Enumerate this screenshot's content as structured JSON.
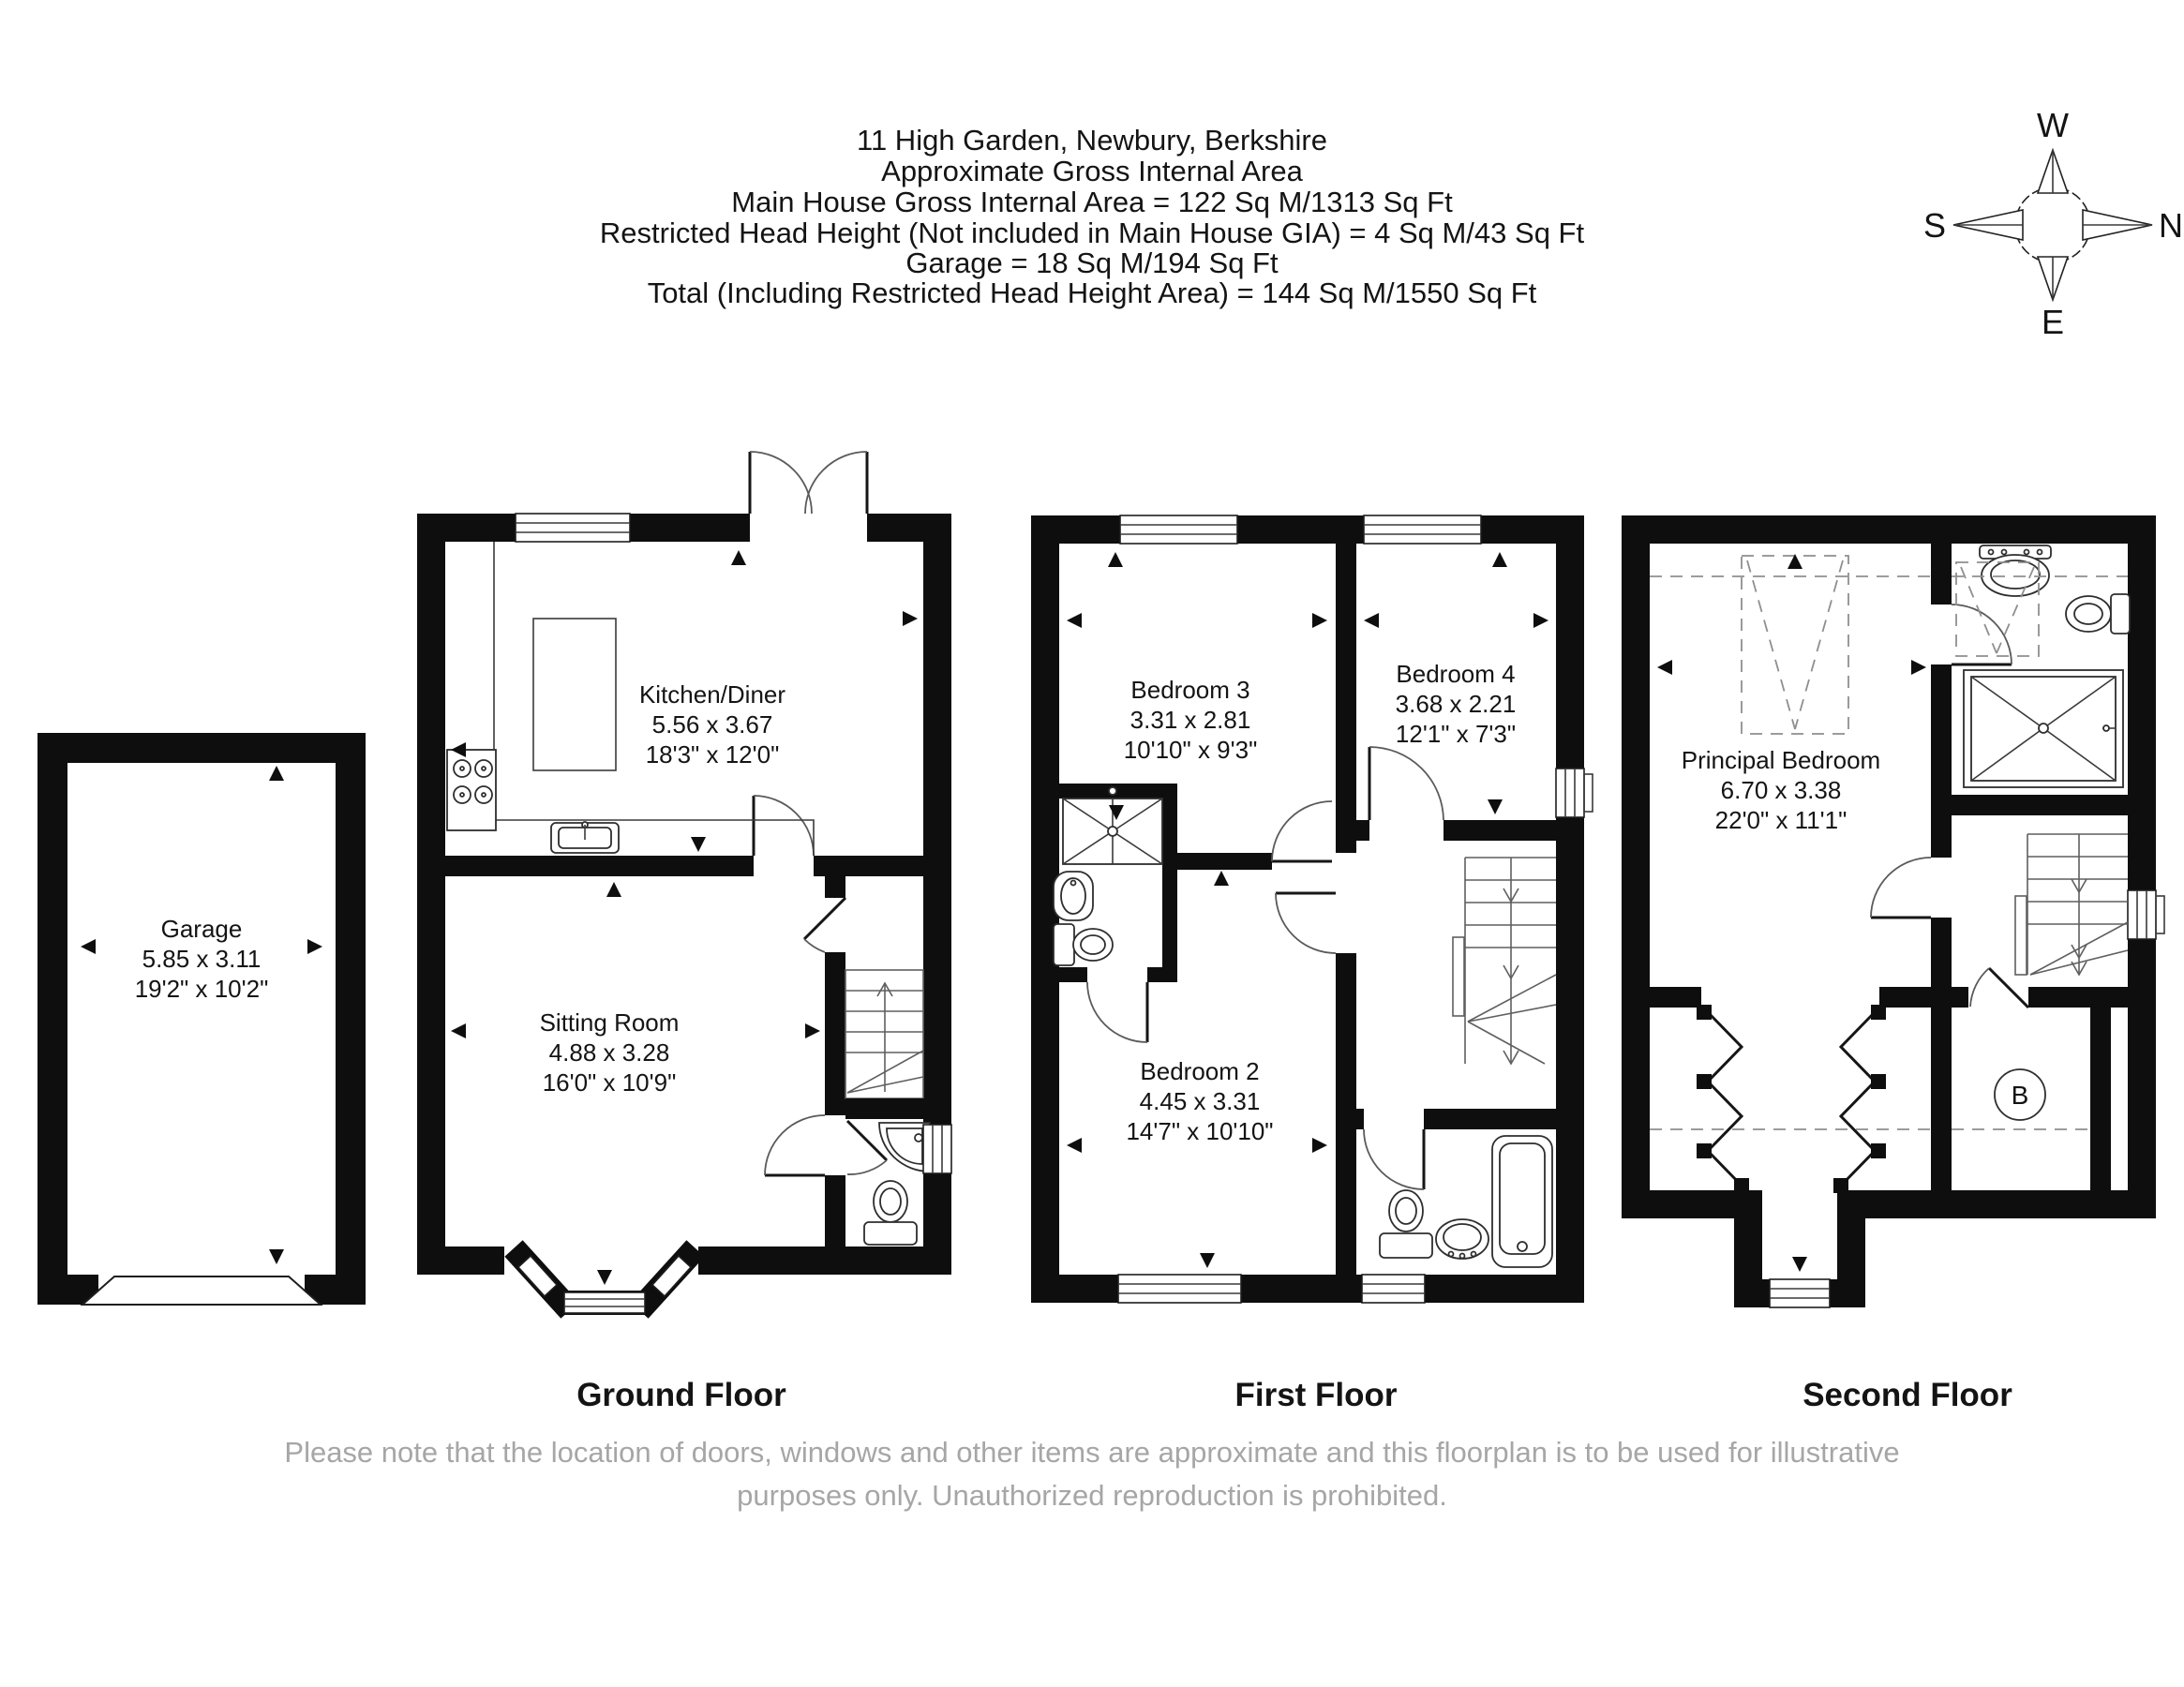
{
  "header": {
    "lines": [
      "11 High Garden, Newbury, Berkshire",
      "Approximate Gross Internal Area",
      "Main House Gross Internal Area = 122 Sq M/1313 Sq Ft",
      "Restricted Head Height (Not included in Main House GIA)  = 4 Sq M/43 Sq Ft",
      "Garage = 18 Sq M/194 Sq Ft",
      "Total (Including Restricted Head Height Area) = 144 Sq M/1550 Sq Ft"
    ]
  },
  "compass": {
    "north": "N",
    "south": "S",
    "east": "E",
    "west": "W"
  },
  "rooms": {
    "garage": {
      "name": "Garage",
      "metric": "5.85 x 3.11",
      "imperial": "19'2\" x 10'2\""
    },
    "kitchen_diner": {
      "name": "Kitchen/Diner",
      "metric": "5.56 x 3.67",
      "imperial": "18'3\" x 12'0\""
    },
    "sitting_room": {
      "name": "Sitting Room",
      "metric": "4.88 x 3.28",
      "imperial": "16'0\" x 10'9\""
    },
    "bedroom3": {
      "name": "Bedroom 3",
      "metric": "3.31 x 2.81",
      "imperial": "10'10\" x 9'3\""
    },
    "bedroom4": {
      "name": "Bedroom 4",
      "metric": "3.68 x 2.21",
      "imperial": "12'1\" x 7'3\""
    },
    "bedroom2": {
      "name": "Bedroom 2",
      "metric": "4.45 x 3.31",
      "imperial": "14'7\" x 10'10\""
    },
    "principal_bedroom": {
      "name": "Principal Bedroom",
      "metric": "6.70 x 3.38",
      "imperial": "22'0\" x 11'1\""
    }
  },
  "boiler_label": "B",
  "floor_labels": {
    "ground": "Ground Floor",
    "first": "First Floor",
    "second": "Second Floor"
  },
  "disclaimer": {
    "line1": "Please note that the location of doors, windows and other items are approximate and this floorplan is to be used for illustrative",
    "line2": "purposes only. Unauthorized reproduction is prohibited."
  },
  "colors": {
    "ink": "#141414",
    "muted": "#a6a6a6"
  }
}
